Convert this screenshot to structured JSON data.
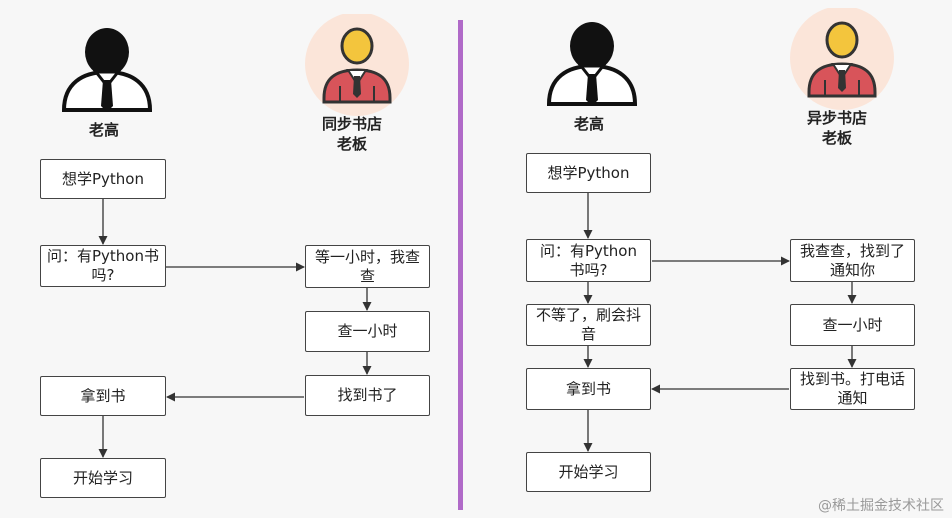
{
  "colors": {
    "divider": "#b06ac8",
    "box_border": "#444444",
    "boss_shirt": "#d8545a",
    "boss_skin": "#f3c53d",
    "boss_circle": "#fbe5d9"
  },
  "left": {
    "customer_label": "老高",
    "boss_label": "同步书店\n老板",
    "boxes": {
      "want": "想学Python",
      "ask": "问：有Python书吗?",
      "wait": "等一小时，我查查",
      "check": "查一小时",
      "found": "找到书了",
      "got": "拿到书",
      "start": "开始学习"
    }
  },
  "right": {
    "customer_label": "老高",
    "boss_label": "异步书店\n老板",
    "boxes": {
      "want": "想学Python",
      "ask": "问：有Python书吗?",
      "notify": "我查查，找到了通知你",
      "douyin": "不等了，刷会抖音",
      "check": "查一小时",
      "found": "找到书。打电话通知",
      "got": "拿到书",
      "start": "开始学习"
    }
  },
  "watermark": "@稀土掘金技术社区"
}
